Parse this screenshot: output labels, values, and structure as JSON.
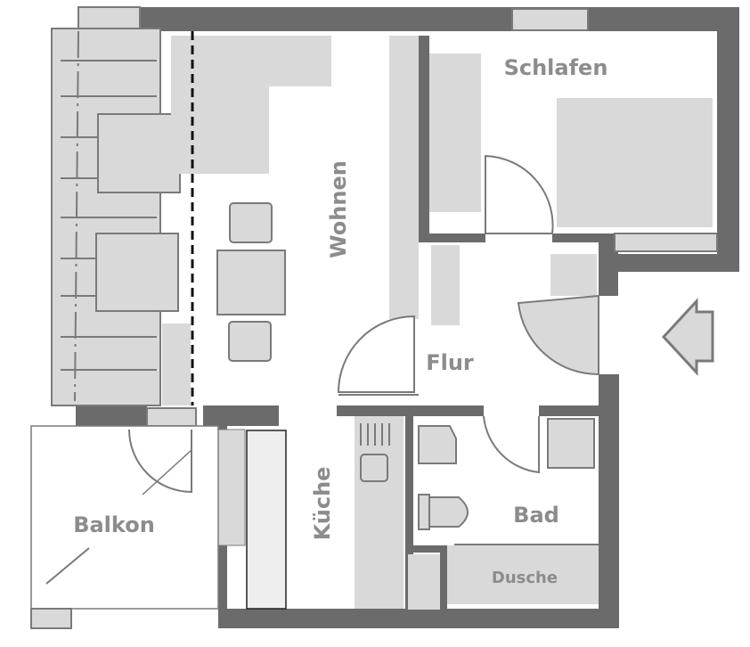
{
  "floorplan": {
    "rooms": {
      "schlafen": "Schlafen",
      "wohnen": "Wohnen",
      "flur": "Flur",
      "kueche": "Küche",
      "bad": "Bad",
      "dusche": "Dusche",
      "balkon": "Balkon"
    },
    "colors": {
      "wall": "#6b6b6b",
      "furniture_fill": "#d9d9d9",
      "line": "#7a7a7a",
      "label": "#8c8c8c"
    }
  }
}
